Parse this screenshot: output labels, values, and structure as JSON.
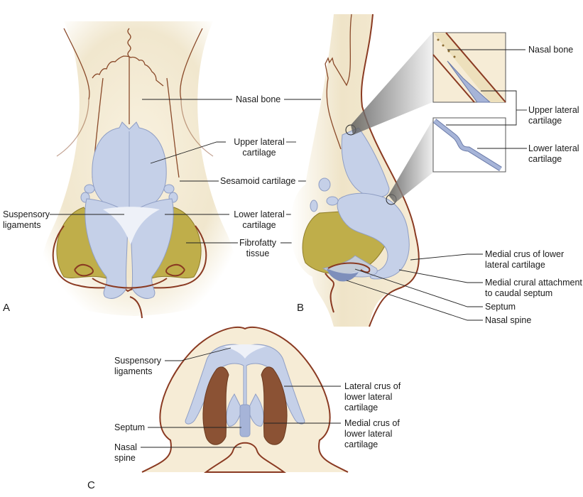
{
  "figure": {
    "panels": {
      "a": "A",
      "b": "B",
      "c": "C"
    },
    "panel_a": {
      "labels": {
        "nasal_bone": "Nasal bone",
        "upper_lateral_cartilage": [
          "Upper lateral",
          "cartilage"
        ],
        "sesamoid_cartilage": "Sesamoid cartilage",
        "suspensory_ligaments": [
          "Suspensory",
          "ligaments"
        ],
        "lower_lateral_cartilage": [
          "Lower lateral",
          "cartilage"
        ],
        "fibrofatty_tissue": [
          "Fibrofatty",
          "tissue"
        ]
      }
    },
    "panel_b": {
      "labels": {
        "nasal_bone": "Nasal bone",
        "upper_lateral_cartilage": [
          "Upper lateral",
          "cartilage"
        ],
        "lower_lateral_cartilage": [
          "Lower lateral",
          "cartilage"
        ],
        "medial_crus": [
          "Medial crus of lower",
          "lateral cartilage"
        ],
        "medial_crural_attachment": [
          "Medial crural attachment",
          "to caudal septum"
        ],
        "septum": "Septum",
        "nasal_spine": "Nasal spine"
      }
    },
    "panel_c": {
      "labels": {
        "suspensory_ligaments": [
          "Suspensory",
          "ligaments"
        ],
        "lateral_crus": [
          "Lateral crus of",
          "lower lateral",
          "cartilage"
        ],
        "septum": "Septum",
        "medial_crus": [
          "Medial crus of",
          "lower lateral",
          "cartilage"
        ],
        "nasal_spine": [
          "Nasal",
          "spine"
        ]
      }
    },
    "colors": {
      "cartilage": "#c5d0e8",
      "fat": "#bfae4a",
      "skin": "#f6ecd6",
      "outline": "#8a3a22",
      "nostril": "#8b5234"
    }
  }
}
